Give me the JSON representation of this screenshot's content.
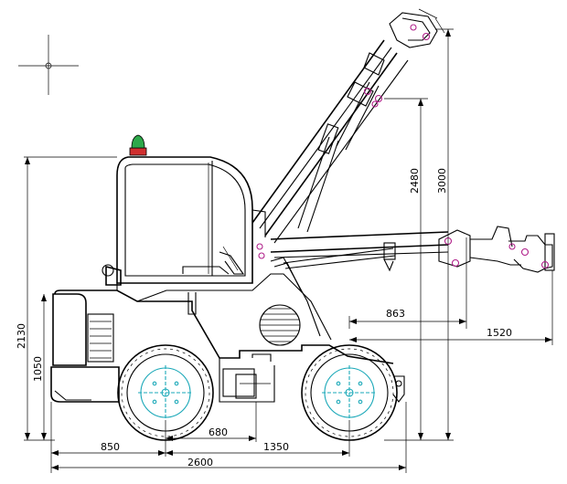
{
  "drawing": {
    "dimensions": {
      "overall_length": "2600",
      "front_axle_to_rear": "850",
      "wheelbase": "1350",
      "axle_offset": "680",
      "overall_height": "2130",
      "axle_height": "1050",
      "boom_reach_low": "863",
      "boom_reach_max": "1520",
      "lift_height": "2480",
      "max_height": "3000"
    },
    "colors": {
      "line": "#000000",
      "wheel_center": "#1aa8b8",
      "joints": "#b0208a",
      "beacon": "#2ea84a",
      "beacon_base": "#d03030"
    }
  }
}
